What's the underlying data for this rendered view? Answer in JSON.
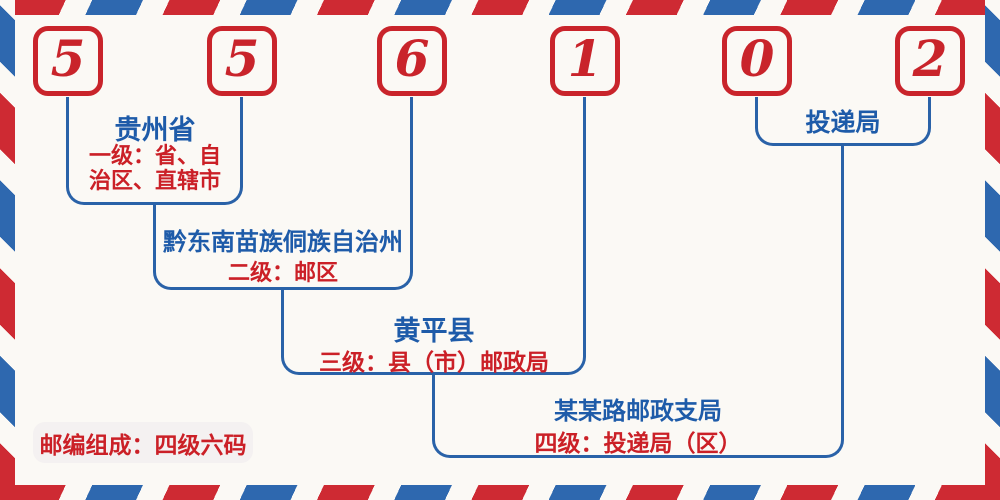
{
  "code": {
    "digits": [
      "5",
      "5",
      "6",
      "1",
      "0",
      "2"
    ]
  },
  "levels": [
    {
      "region": "贵州省",
      "desc_line1": "一级：省、自",
      "desc_line2": "治区、直辖市"
    },
    {
      "region": "黔东南苗族侗族自治州",
      "desc": "二级：邮区"
    },
    {
      "region": "黄平县",
      "desc": "三级：县（市）邮政局"
    },
    {
      "region": "某某路邮政支局",
      "desc": "四级：投递局（区）"
    },
    {
      "region": "投递局"
    }
  ],
  "footer": {
    "label": "邮编组成：四级六码"
  },
  "colors": {
    "digit_red": "#c9242b",
    "text_red": "#cb2027",
    "text_blue": "#1e5ba9",
    "line_blue": "#2a62a8",
    "stripe_red": "#ce2a33",
    "stripe_blue": "#2e68af",
    "background": "#fbf9f5"
  }
}
